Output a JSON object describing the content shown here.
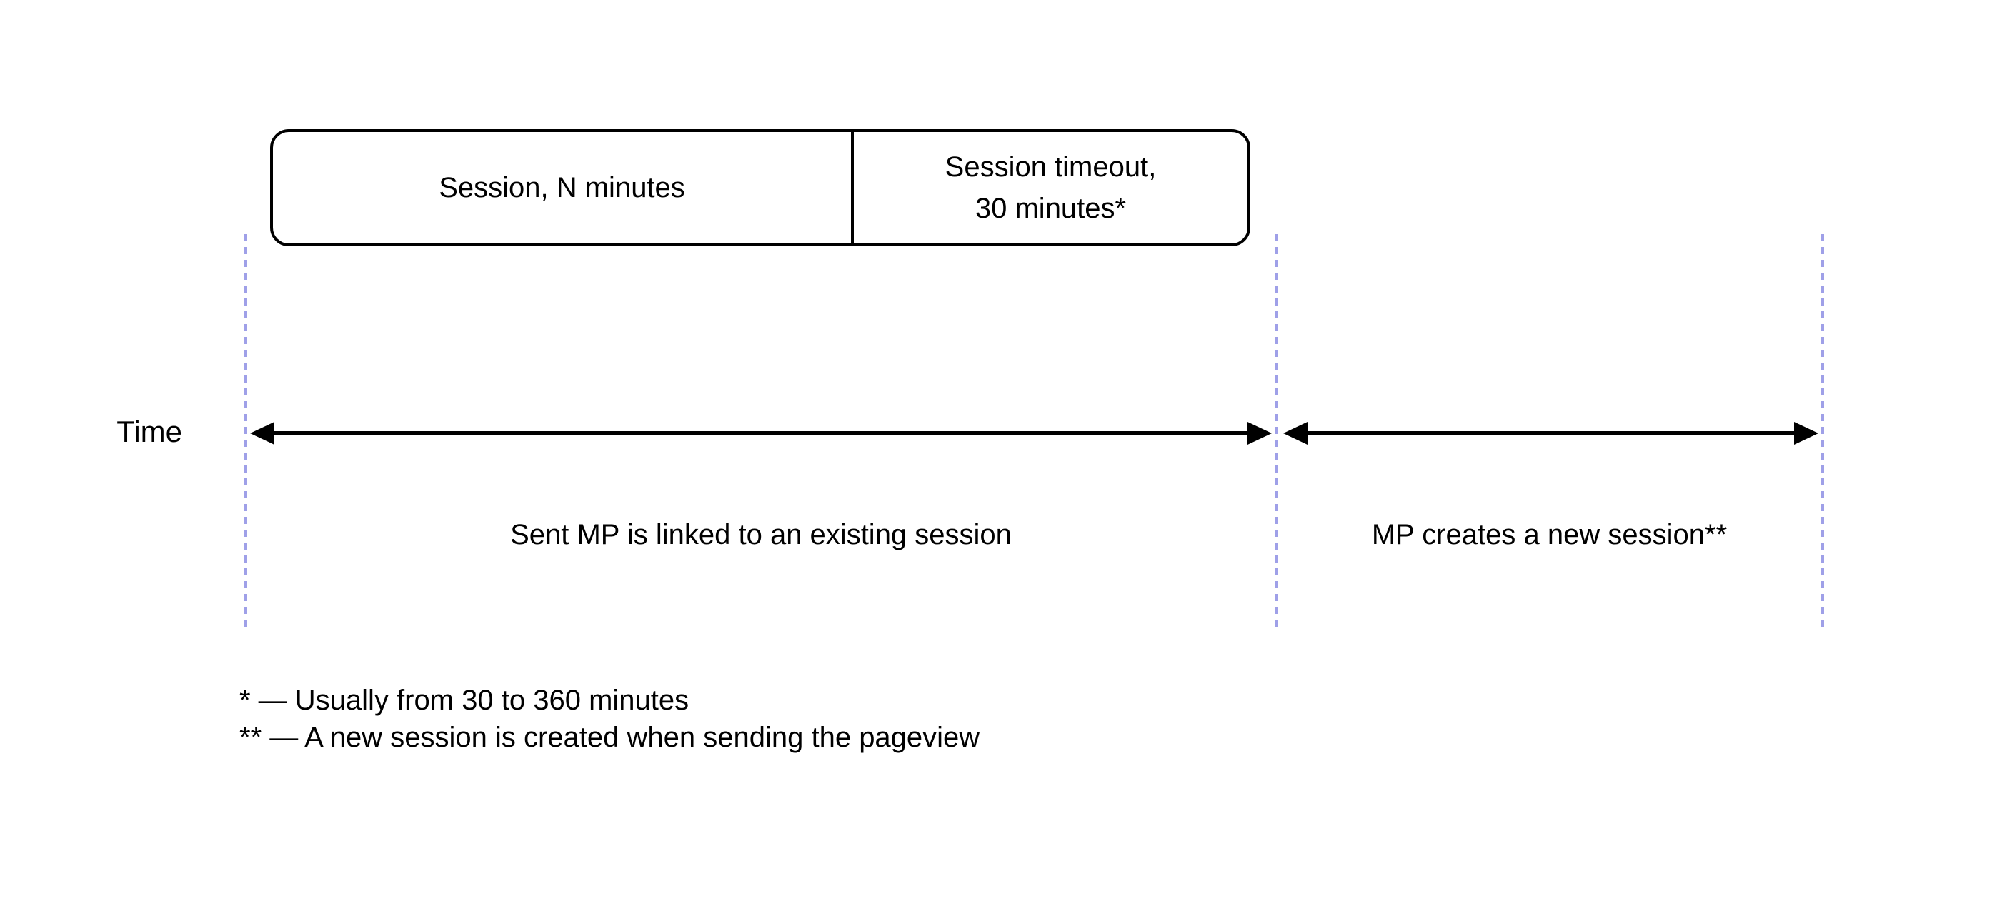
{
  "diagram": {
    "background": "#ffffff",
    "colors": {
      "line": "#000000",
      "text": "#000000",
      "dashed_guide": "#9fa0e8"
    },
    "session_box": {
      "session_label": "Session, N minutes",
      "timeout_label": "Session timeout,\n30 minutes*"
    },
    "time_axis": {
      "label": "Time"
    },
    "regions": {
      "left_label": "Sent MP is linked to an existing session",
      "right_label": "MP creates a new session**"
    },
    "footnotes": [
      "* — Usually from 30 to 360 minutes",
      "** — A new session is created when sending the pageview"
    ]
  }
}
